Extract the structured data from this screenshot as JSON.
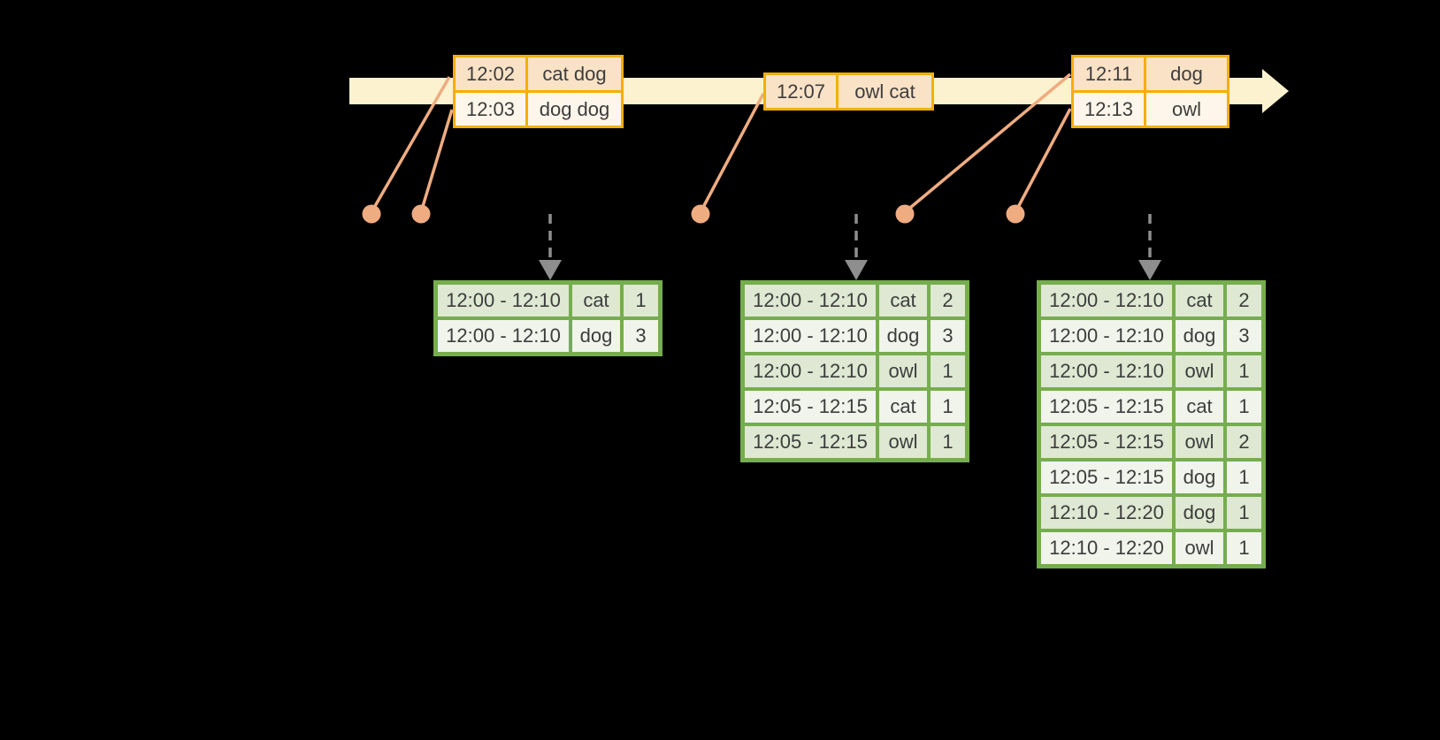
{
  "colors": {
    "band": "#fcf2cf",
    "amber": "#f3b000",
    "peach_dark": "#fae2c7",
    "peach_light": "#fef6ea",
    "salmon": "#efac81",
    "green_border": "#76ad4f",
    "green_dark": "#dee8d2",
    "green_light": "#f0f4eb",
    "arrow_gray": "#8e8e8e",
    "text": "#3d3d3d"
  },
  "events": {
    "batches": [
      {
        "rows": [
          {
            "time": "12:02",
            "words": "cat dog"
          },
          {
            "time": "12:03",
            "words": "dog dog"
          }
        ]
      },
      {
        "rows": [
          {
            "time": "12:07",
            "words": "owl cat"
          }
        ]
      },
      {
        "rows": [
          {
            "time": "12:11",
            "words": "dog"
          },
          {
            "time": "12:13",
            "words": "owl"
          }
        ]
      }
    ]
  },
  "results": {
    "tables": [
      {
        "rows": [
          {
            "window": "12:00 - 12:10",
            "word": "cat",
            "count": "1"
          },
          {
            "window": "12:00 - 12:10",
            "word": "dog",
            "count": "3"
          }
        ]
      },
      {
        "rows": [
          {
            "window": "12:00 - 12:10",
            "word": "cat",
            "count": "2"
          },
          {
            "window": "12:00 - 12:10",
            "word": "dog",
            "count": "3"
          },
          {
            "window": "12:00 - 12:10",
            "word": "owl",
            "count": "1"
          },
          {
            "window": "12:05 - 12:15",
            "word": "cat",
            "count": "1"
          },
          {
            "window": "12:05 - 12:15",
            "word": "owl",
            "count": "1"
          }
        ]
      },
      {
        "rows": [
          {
            "window": "12:00 - 12:10",
            "word": "cat",
            "count": "2"
          },
          {
            "window": "12:00 - 12:10",
            "word": "dog",
            "count": "3"
          },
          {
            "window": "12:00 - 12:10",
            "word": "owl",
            "count": "1"
          },
          {
            "window": "12:05 - 12:15",
            "word": "cat",
            "count": "1"
          },
          {
            "window": "12:05 - 12:15",
            "word": "owl",
            "count": "2"
          },
          {
            "window": "12:05 - 12:15",
            "word": "dog",
            "count": "1"
          },
          {
            "window": "12:10 - 12:20",
            "word": "dog",
            "count": "1"
          },
          {
            "window": "12:10 - 12:20",
            "word": "owl",
            "count": "1"
          }
        ]
      }
    ]
  }
}
